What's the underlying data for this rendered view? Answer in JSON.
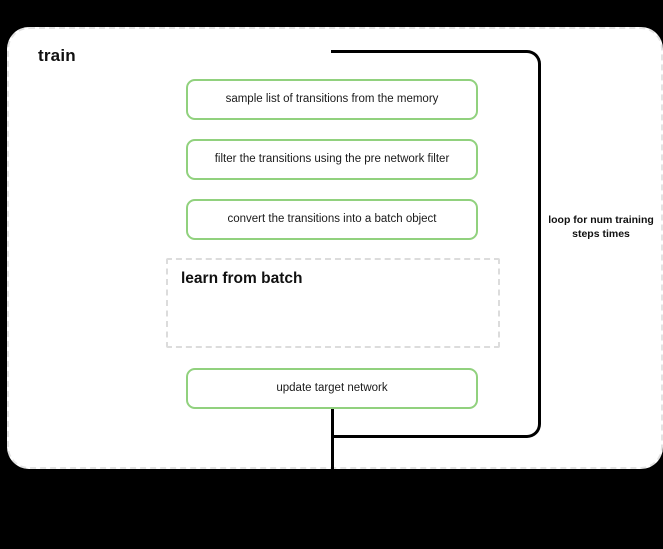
{
  "diagram": {
    "scope": {
      "title": "train",
      "border_style": "dashed",
      "border_color": "#e3e3e3",
      "background": "#ffffff"
    },
    "accent_color": "#91d17e",
    "line_color": "#000000",
    "steps": [
      {
        "id": "sample",
        "label": "sample list of transitions from the memory"
      },
      {
        "id": "filter",
        "label": "filter the transitions using the pre network filter"
      },
      {
        "id": "convert",
        "label": "convert the transitions into a batch object"
      },
      {
        "id": "update",
        "label": "update target network"
      }
    ],
    "subscope": {
      "title": "learn from batch",
      "border_style": "dashed",
      "border_color": "#dcdcdc"
    },
    "loop": {
      "caption": "loop for num training steps times",
      "direction": "back-edge"
    },
    "connectors": {
      "entry_arrow": "arrow-down-icon",
      "exit_line": "line-down"
    }
  }
}
